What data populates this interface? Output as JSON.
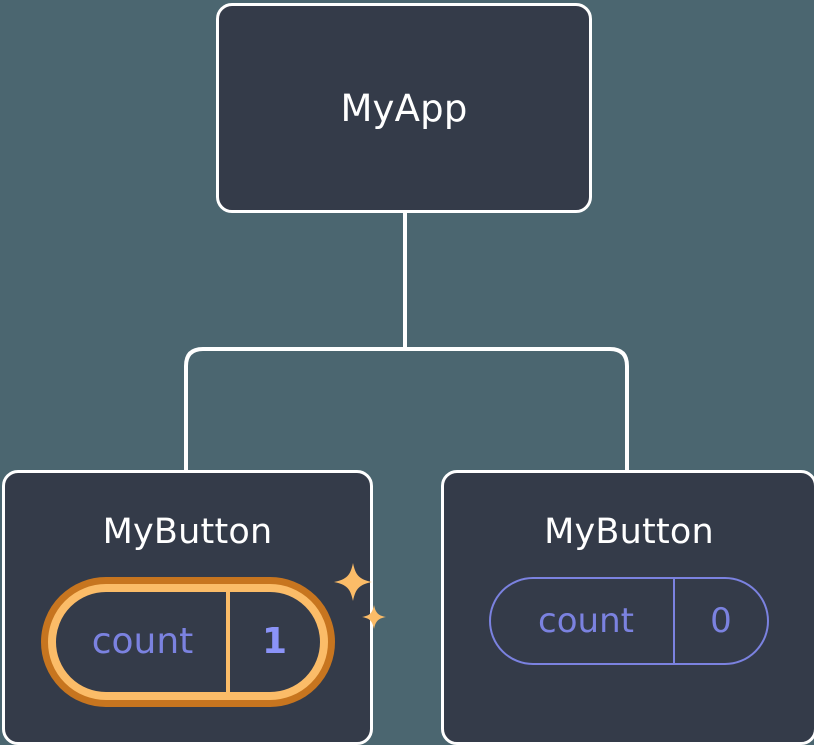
{
  "diagram": {
    "type": "component-tree",
    "background_color": "#4b6670",
    "node_fill_color": "#343b49",
    "node_border_color": "#ffffff",
    "connector_color": "#ffffff",
    "accent_highlight_outer": "#c7751f",
    "accent_highlight_inner": "#fbbc68",
    "state_text_color": "#7b82e0",
    "state_value_highlight_color": "#8b93f8"
  },
  "root": {
    "title": "MyApp"
  },
  "children": [
    {
      "title": "MyButton",
      "state": {
        "key": "count",
        "value": "1"
      },
      "updated": true,
      "sparkle_icons": [
        "sparkle-large-icon",
        "sparkle-small-icon"
      ]
    },
    {
      "title": "MyButton",
      "state": {
        "key": "count",
        "value": "0"
      },
      "updated": false,
      "sparkle_icons": []
    }
  ]
}
